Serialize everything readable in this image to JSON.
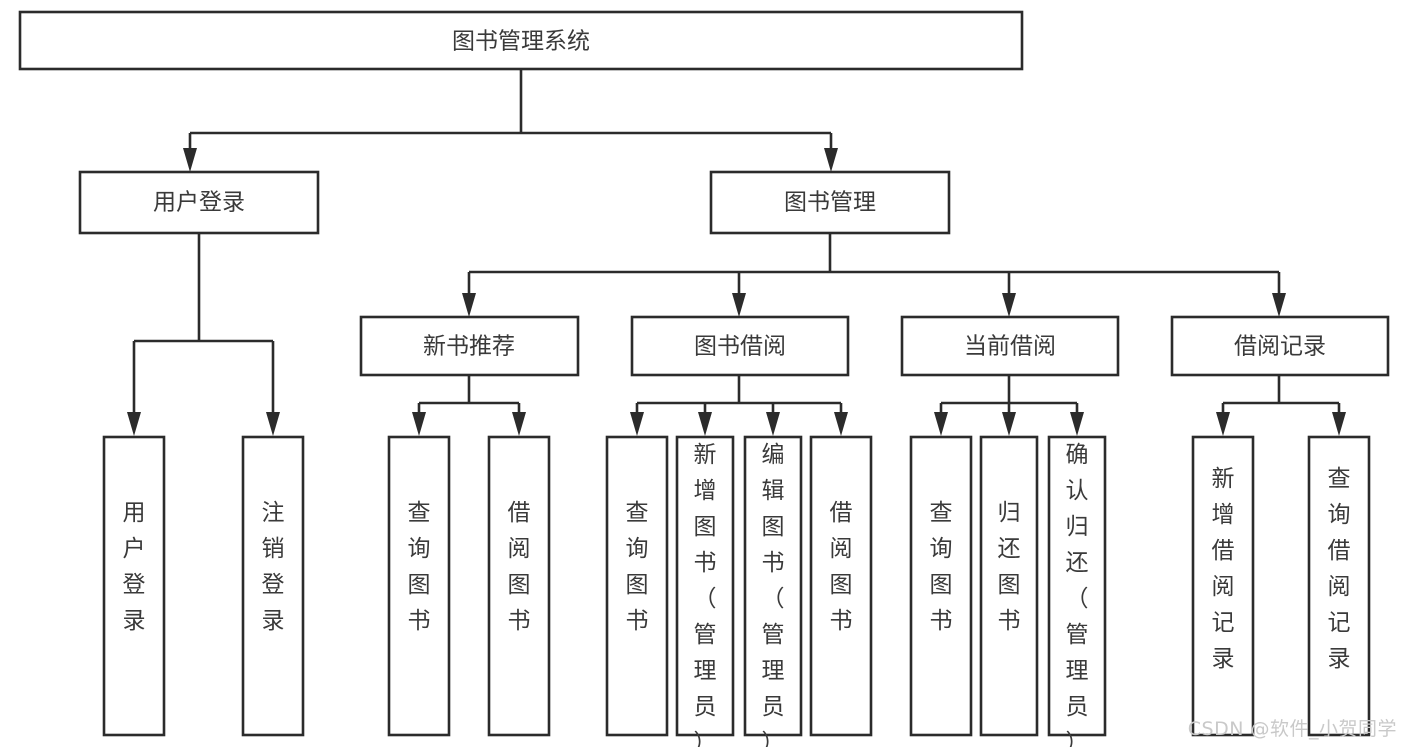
{
  "diagram": {
    "type": "hierarchy-tree",
    "title": "图书管理系统",
    "orientation": "top-down",
    "colors": {
      "box_stroke": "#2b2b2b",
      "box_fill": "#ffffff",
      "text": "#3a3a3a",
      "background": "#ffffff",
      "watermark": "#c9c9c9"
    },
    "root": {
      "label": "图书管理系统"
    },
    "level2": [
      {
        "label": "用户登录"
      },
      {
        "label": "图书管理"
      }
    ],
    "level3": [
      {
        "label": "新书推荐"
      },
      {
        "label": "图书借阅"
      },
      {
        "label": "当前借阅"
      },
      {
        "label": "借阅记录"
      }
    ],
    "leaves": {
      "user_login": [
        {
          "label": "用户登录"
        },
        {
          "label": "注销登录"
        }
      ],
      "new_book_recommend": [
        {
          "label": "查询图书"
        },
        {
          "label": "借阅图书"
        }
      ],
      "book_borrow": [
        {
          "label": "查询图书"
        },
        {
          "label": "新增图书（管理员）"
        },
        {
          "label": "编辑图书（管理员）"
        },
        {
          "label": "借阅图书"
        }
      ],
      "current_borrow": [
        {
          "label": "查询图书"
        },
        {
          "label": "归还图书"
        },
        {
          "label": "确认归还（管理员）"
        }
      ],
      "borrow_record": [
        {
          "label": "新增借阅记录"
        },
        {
          "label": "查询借阅记录"
        }
      ]
    }
  },
  "watermark": {
    "text": "CSDN @软件_小贺同学"
  }
}
